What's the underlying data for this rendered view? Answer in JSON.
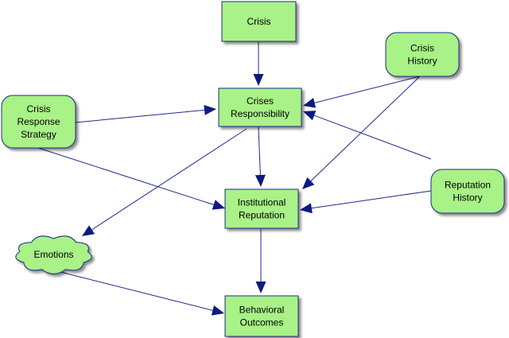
{
  "diagram": {
    "colors": {
      "node_fill": "#a8f287",
      "node_stroke": "#1f2a8c",
      "shadow": "#a0a0a0",
      "edge": "#1f2a8c",
      "arrowhead": "#0d1a80"
    },
    "nodes": [
      {
        "id": "crisis",
        "shape": "rect",
        "lines": [
          "Crisis"
        ]
      },
      {
        "id": "crisis-history",
        "shape": "rounded",
        "lines": [
          "Crisis",
          "History"
        ]
      },
      {
        "id": "crises-responsibility",
        "shape": "rect",
        "lines": [
          "Crises",
          "Responsibility"
        ]
      },
      {
        "id": "crisis-response-strategy",
        "shape": "rounded",
        "lines": [
          "Crisis",
          "Response",
          "Strategy"
        ]
      },
      {
        "id": "reputation-history",
        "shape": "rounded",
        "lines": [
          "Reputation",
          "History"
        ]
      },
      {
        "id": "institutional-reputation",
        "shape": "rect",
        "lines": [
          "Institutional",
          "Reputation"
        ]
      },
      {
        "id": "emotions",
        "shape": "cloud",
        "lines": [
          "Emotions"
        ]
      },
      {
        "id": "behavioral-outcomes",
        "shape": "rect",
        "lines": [
          "Behavioral",
          "Outcomes"
        ]
      }
    ],
    "edges": [
      {
        "from": "crisis",
        "to": "crises-responsibility"
      },
      {
        "from": "crisis-history",
        "to": "crises-responsibility"
      },
      {
        "from": "crisis-history",
        "to": "institutional-reputation"
      },
      {
        "from": "crisis-response-strategy",
        "to": "crises-responsibility"
      },
      {
        "from": "crisis-response-strategy",
        "to": "institutional-reputation"
      },
      {
        "from": "reputation-history",
        "to": "crises-responsibility"
      },
      {
        "from": "reputation-history",
        "to": "institutional-reputation"
      },
      {
        "from": "crises-responsibility",
        "to": "institutional-reputation"
      },
      {
        "from": "crises-responsibility",
        "to": "emotions"
      },
      {
        "from": "institutional-reputation",
        "to": "behavioral-outcomes"
      },
      {
        "from": "emotions",
        "to": "behavioral-outcomes"
      }
    ]
  }
}
